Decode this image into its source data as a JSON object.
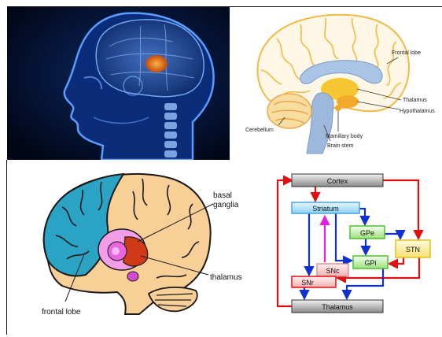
{
  "panel_sagittal": {
    "labels": {
      "frontal_lobe": "Frontal lobe",
      "thalamus": "Thalamus",
      "hypothalamus": "Hypothalamus",
      "cerebellum": "Cerebellum",
      "mamillary_body": "Mamillary body",
      "brain_stem": "Brain stem"
    }
  },
  "panel_lateral": {
    "labels": {
      "basal_ganglia_line1": "basal",
      "basal_ganglia_line2": "ganglia",
      "thalamus": "thalamus",
      "frontal_lobe": "frontal lobe"
    }
  },
  "panel_circuit": {
    "nodes": {
      "cortex": "Cortex",
      "striatum": "Striatum",
      "gpe": "GPe",
      "stn": "STN",
      "gpi": "GPi",
      "snc": "SNc",
      "snr": "SNr",
      "thalamus": "Thalamus"
    },
    "colors": {
      "excitatory": "#e01010",
      "inhibitory": "#1030d0",
      "dopamine": "#e020e0"
    }
  }
}
